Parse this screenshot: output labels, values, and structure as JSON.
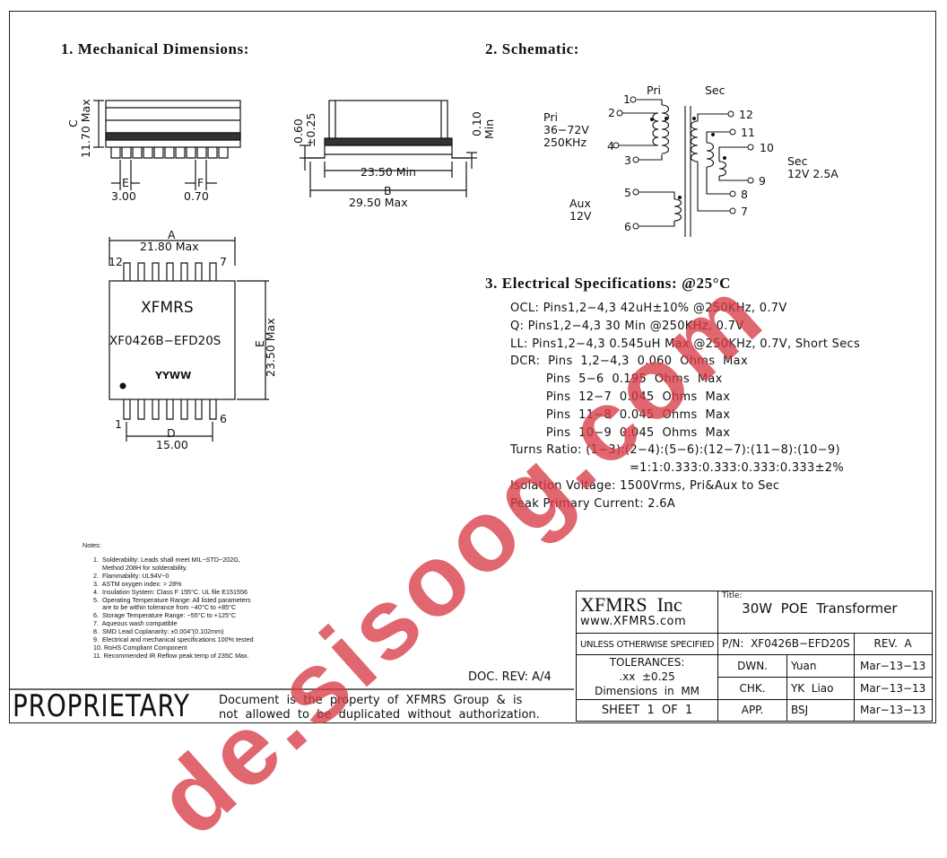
{
  "sections": {
    "mechanical": "1.  Mechanical  Dimensions:",
    "schematic": "2.  Schematic:",
    "electrical": "3.  Electrical    Specifications:  @25°C"
  },
  "mech": {
    "side_dim_c": "C",
    "side_dim_c_val": "11.70  Max",
    "dim_e": "E",
    "dim_e_val": "3.00",
    "dim_f": "F",
    "dim_f_val": "0.70",
    "end_dim_a": "0.60",
    "end_dim_b": "±0.25",
    "end_dim_min": "0.10",
    "end_dim_min2": "Min",
    "end_dim_23": "23.50  Min",
    "end_dim_b_lbl": "B",
    "end_dim_b_val": "29.50  Max",
    "top_a": "A",
    "top_a_val": "21.80  Max",
    "pin12": "12",
    "pin7": "7",
    "pin1": "1",
    "pin6": "6",
    "body_brand": "XFMRS",
    "body_part": "XF0426B−EFD20S",
    "body_date": "YYWW",
    "top_e": "E",
    "top_e_val": "23.50  Max",
    "top_d": "D",
    "top_d_val": "15.00"
  },
  "schem": {
    "pri": "Pri",
    "sec": "Sec",
    "pri_label": "Pri",
    "pri_v": "36−72V",
    "pri_f": "250KHz",
    "aux": "Aux",
    "aux_v": "12V",
    "sec_label": "Sec",
    "sec_v": "12V  2.5A",
    "p1": "1",
    "p2": "2",
    "p3": "3",
    "p4": "4",
    "p5": "5",
    "p6": "6",
    "p7": "7",
    "p8": "8",
    "p9": "9",
    "p10": "10",
    "p11": "11",
    "p12": "12"
  },
  "specs": [
    "OCL:  Pins1,2−4,3  42uH±10%  @250KHz,  0.7V",
    "Q:  Pins1,2−4,3  30  Min  @250KHz,  0.7V",
    "LL:  Pins1,2−4,3  0.545uH  Max  @250KHz,  0.7V,  Short  Secs",
    "DCR:  Pins  1,2−4,3  0.060  Ohms  Max",
    "         Pins  5−6  0.195  Ohms  Max",
    "         Pins  12−7  0.045  Ohms  Max",
    "         Pins  11−8  0.045  Ohms  Max",
    "         Pins  10−9  0.045  Ohms  Max",
    "Turns  Ratio:  (1−3):(2−4):(5−6):(12−7):(11−8):(10−9)",
    "                              =1:1:0.333:0.333:0.333:0.333±2%",
    "Isolation  Voltage:  1500Vrms,  Pri&Aux  to  Sec",
    "Peak  Primary  Current:   2.6A"
  ],
  "notes_title": "Notes:",
  "notes": [
    "1.  Solderability: Leads shall meet MIL−STD−202G,",
    "     Method 208H for solderability.",
    "2.  Flammability: UL94V−0",
    "3.  ASTM oxygen index: > 28%",
    "4.  Insulation System: Class F 155°C. UL file E151556",
    "5.  Operating Temperature Range: All listed parameters",
    "     are to be within tolerance from −40°C to +85°C",
    "6.  Storage Temperature Range: −55°C to +125°C",
    "7.  Aqueous wash compatible",
    "8.  SMD Lead Coplanarity: ±0.004\"(0.102mm)",
    "9.  Electrical and mechanical specifications 100% tested",
    "10. RoHS Compliant Component",
    "11. Recommended IR Reflow peak temp of 235C Max."
  ],
  "footer": {
    "doc_rev": "DOC. REV: A/4",
    "proprietary": "PROPRIETARY",
    "prop_line1": "Document  is  the  property  of  XFMRS  Group  &  is",
    "prop_line2": "not  allowed  to  be  duplicated  without  authorization."
  },
  "title_block": {
    "company": "XFMRS  Inc",
    "website": "www.XFMRS.com",
    "title_lbl": "Title:",
    "title": "30W  POE  Transformer",
    "unless": "UNLESS OTHERWISE SPECIFIED",
    "pn": "P/N:  XF0426B−EFD20S",
    "rev": "REV.  A",
    "tol1": "TOLERANCES:",
    "tol2": ".xx  ±0.25",
    "tol3": "Dimensions  in  MM",
    "dwn": "DWN.",
    "dwn_name": "Yuan",
    "dwn_date": "Mar−13−13",
    "chk": "CHK.",
    "chk_name": "YK  Liao",
    "chk_date": "Mar−13−13",
    "sheet": "SHEET  1  OF  1",
    "app": "APP.",
    "app_name": "BSJ",
    "app_date": "Mar−13−13"
  },
  "watermark": "de.sisoog.com"
}
